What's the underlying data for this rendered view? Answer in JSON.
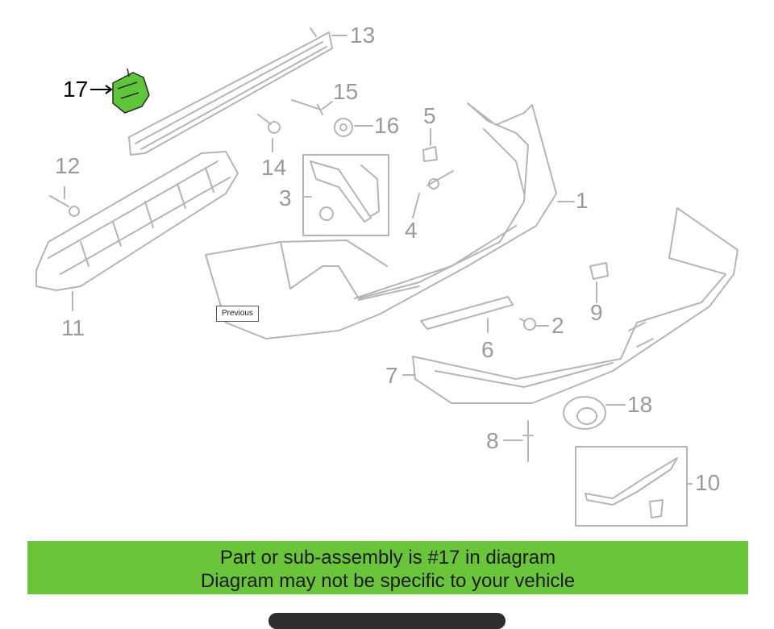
{
  "diagram": {
    "highlighted_part": "17",
    "labels": [
      "17",
      "13",
      "15",
      "16",
      "5",
      "12",
      "14",
      "3",
      "1",
      "4",
      "11",
      "9",
      "2",
      "6",
      "7",
      "18",
      "8",
      "10"
    ]
  },
  "tooltip": {
    "text": "Previous"
  },
  "banner": {
    "line1": "Part or sub-assembly is #17 in diagram",
    "line2": "Diagram may not be specific to your vehicle",
    "color": "#6ac53a"
  },
  "highlight_color": "#5fc63a"
}
